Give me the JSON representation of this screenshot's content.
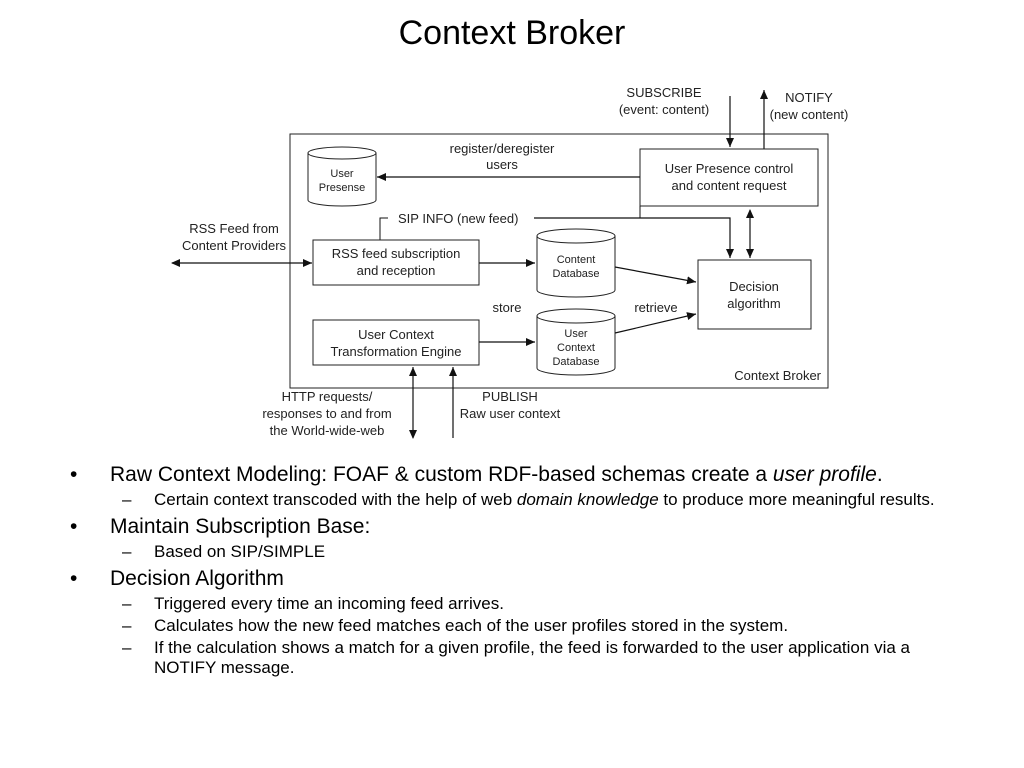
{
  "slide": {
    "title": "Context Broker"
  },
  "diagram": {
    "labels": {
      "subscribe_line1": "SUBSCRIBE",
      "subscribe_line2": "(event: content)",
      "notify_line1": "NOTIFY",
      "notify_line2": "(new content)",
      "register_line1": "register/deregister",
      "register_line2": "users",
      "user_presense_line1": "User",
      "user_presense_line2": "Presense",
      "presence_control_line1": "User Presence control",
      "presence_control_line2": "and content request",
      "sip_info": "SIP INFO (new feed)",
      "rss_feed_line1": "RSS Feed from",
      "rss_feed_line2": "Content Providers",
      "rss_sub_line1": "RSS feed subscription",
      "rss_sub_line2": "and reception",
      "content_db_line1": "Content",
      "content_db_line2": "Database",
      "decision_line1": "Decision",
      "decision_line2": "algorithm",
      "store": "store",
      "retrieve": "retrieve",
      "uc_engine_line1": "User Context",
      "uc_engine_line2": "Transformation Engine",
      "uc_db_line1": "User",
      "uc_db_line2": "Context",
      "uc_db_line3": "Database",
      "broker_label": "Context Broker",
      "http_line1": "HTTP requests/",
      "http_line2": "responses to and from",
      "http_line3": "the World-wide-web",
      "publish_line1": "PUBLISH",
      "publish_line2": "Raw user context"
    }
  },
  "bullets": {
    "b1": {
      "text_before": "Raw Context Modeling: FOAF & custom RDF-based schemas create a ",
      "text_em": "user profile",
      "text_after": ".",
      "sub1_before": "Certain context transcoded with the help of web ",
      "sub1_em": "domain knowledge",
      "sub1_after": " to produce more meaningful results."
    },
    "b2": {
      "text": "Maintain Subscription Base:",
      "sub1": "Based on SIP/SIMPLE"
    },
    "b3": {
      "text": "Decision Algorithm",
      "sub1": "Triggered every time an incoming feed arrives.",
      "sub2": "Calculates how the new feed matches each of the user profiles stored in the system.",
      "sub3": "If the calculation shows a match for a given profile, the feed is forwarded to the user application via a NOTIFY message."
    },
    "marker_main": "•",
    "marker_sub": "–"
  }
}
